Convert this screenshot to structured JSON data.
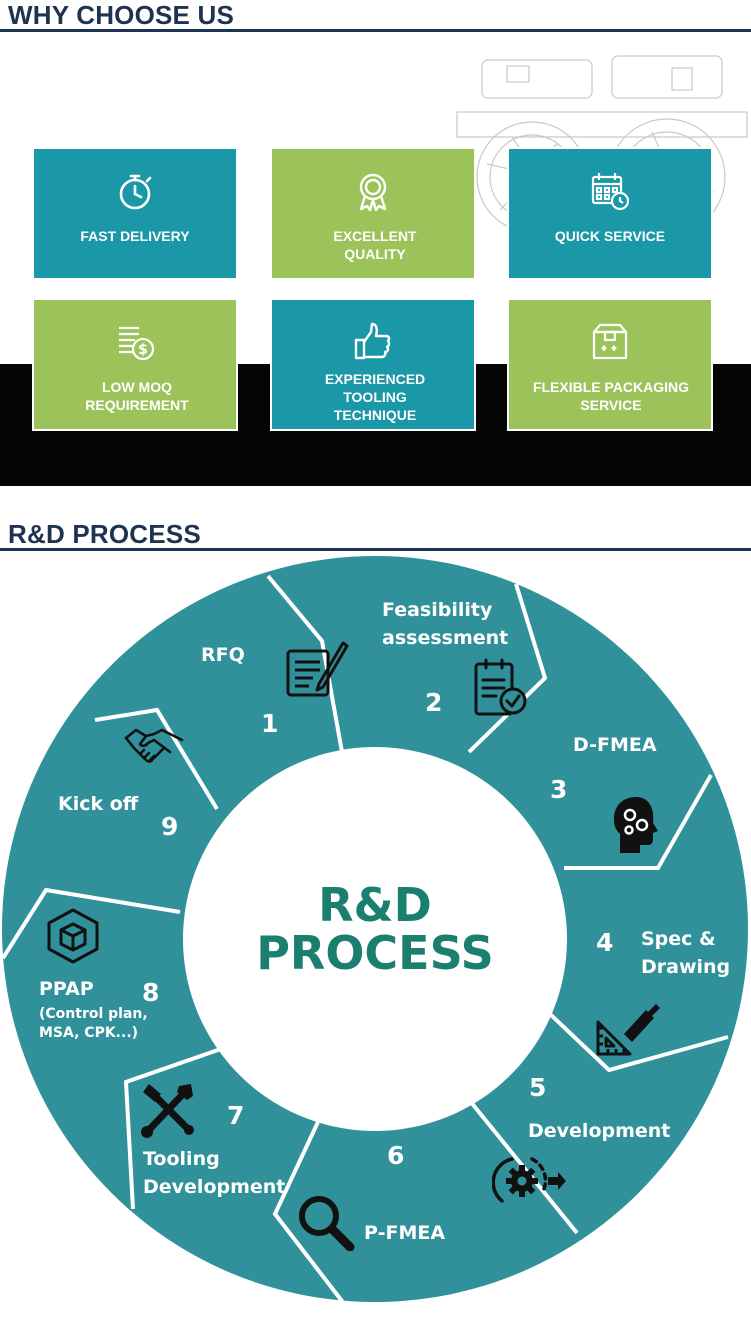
{
  "why": {
    "title": "WHY CHOOSE US",
    "tiles": [
      {
        "label": "FAST DELIVERY",
        "icon": "stopwatch-icon",
        "color": "teal"
      },
      {
        "label": "EXCELLENT QUALITY",
        "icon": "award-ribbon-icon",
        "color": "green"
      },
      {
        "label": "QUICK SERVICE",
        "icon": "calendar-clock-icon",
        "color": "teal"
      },
      {
        "label": "LOW MOQ REQUIREMENT",
        "icon": "coin-stack-icon",
        "color": "green"
      },
      {
        "label": "EXPERIENCED TOOLING TECHNIQUE",
        "icon": "thumbs-up-icon",
        "color": "teal"
      },
      {
        "label": "FLEXIBLE PACKAGING SERVICE",
        "icon": "package-box-icon",
        "color": "green"
      }
    ]
  },
  "rd": {
    "title": "R&D PROCESS",
    "center_line1": "R&D",
    "center_line2": "PROCESS",
    "steps": [
      {
        "num": "1",
        "label": "RFQ",
        "icon": "document-pen-icon"
      },
      {
        "num": "2",
        "label": "Feasibility assessment",
        "icon": "clipboard-check-icon"
      },
      {
        "num": "3",
        "label": "D-FMEA",
        "icon": "head-gears-icon"
      },
      {
        "num": "4",
        "label": "Spec & Drawing",
        "icon": "drafting-tools-icon"
      },
      {
        "num": "5",
        "label": "Development",
        "icon": "gear-arrow-icon"
      },
      {
        "num": "6",
        "label": "P-FMEA",
        "icon": "magnifier-icon"
      },
      {
        "num": "7",
        "label": "Tooling Development",
        "icon": "wrench-screwdriver-icon"
      },
      {
        "num": "8",
        "label": "PPAP",
        "sublabel": "(Control plan, MSA, CPK...)",
        "icon": "cube-icon"
      },
      {
        "num": "9",
        "label": "Kick off",
        "icon": "handshake-icon"
      }
    ]
  },
  "colors": {
    "teal": "#1a98a7",
    "green": "#9bc35a",
    "wheel": "#30919a",
    "center_text": "#1b7f6f",
    "heading": "#1e3350"
  }
}
